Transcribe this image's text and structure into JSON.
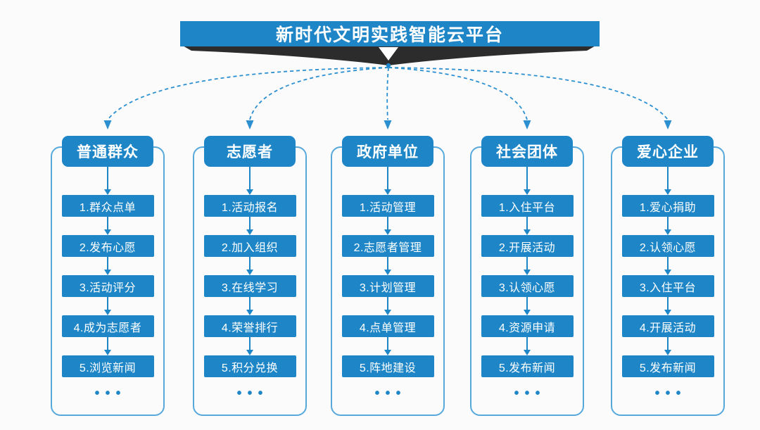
{
  "banner": {
    "title": "新时代文明实践智能云平台"
  },
  "ellipsis": "•••",
  "columns": [
    {
      "header": "普通群众",
      "items": [
        "1.群众点单",
        "2.发布心愿",
        "3.活动评分",
        "4.成为志愿者",
        "5.浏览新闻"
      ]
    },
    {
      "header": "志愿者",
      "items": [
        "1.活动报名",
        "2.加入组织",
        "3.在线学习",
        "4.荣誉排行",
        "5.积分兑换"
      ]
    },
    {
      "header": "政府单位",
      "items": [
        "1.活动管理",
        "2.志愿者管理",
        "3.计划管理",
        "4.点单管理",
        "5.阵地建设"
      ]
    },
    {
      "header": "社会团体",
      "items": [
        "1.入住平台",
        "2.开展活动",
        "3.认领心愿",
        "4.资源申请",
        "5.发布新闻"
      ]
    },
    {
      "header": "爱心企业",
      "items": [
        "1.爱心捐助",
        "2.认领心愿",
        "3.入住平台",
        "4.开展活动",
        "5.发布新闻"
      ]
    }
  ],
  "colors": {
    "primary_blue": "#1E86C7",
    "dashed_blue": "#2B8FD0",
    "container_border": "#57A9DB",
    "shadow_dark": "#2C2C2C",
    "background": "#FBFBFB"
  }
}
